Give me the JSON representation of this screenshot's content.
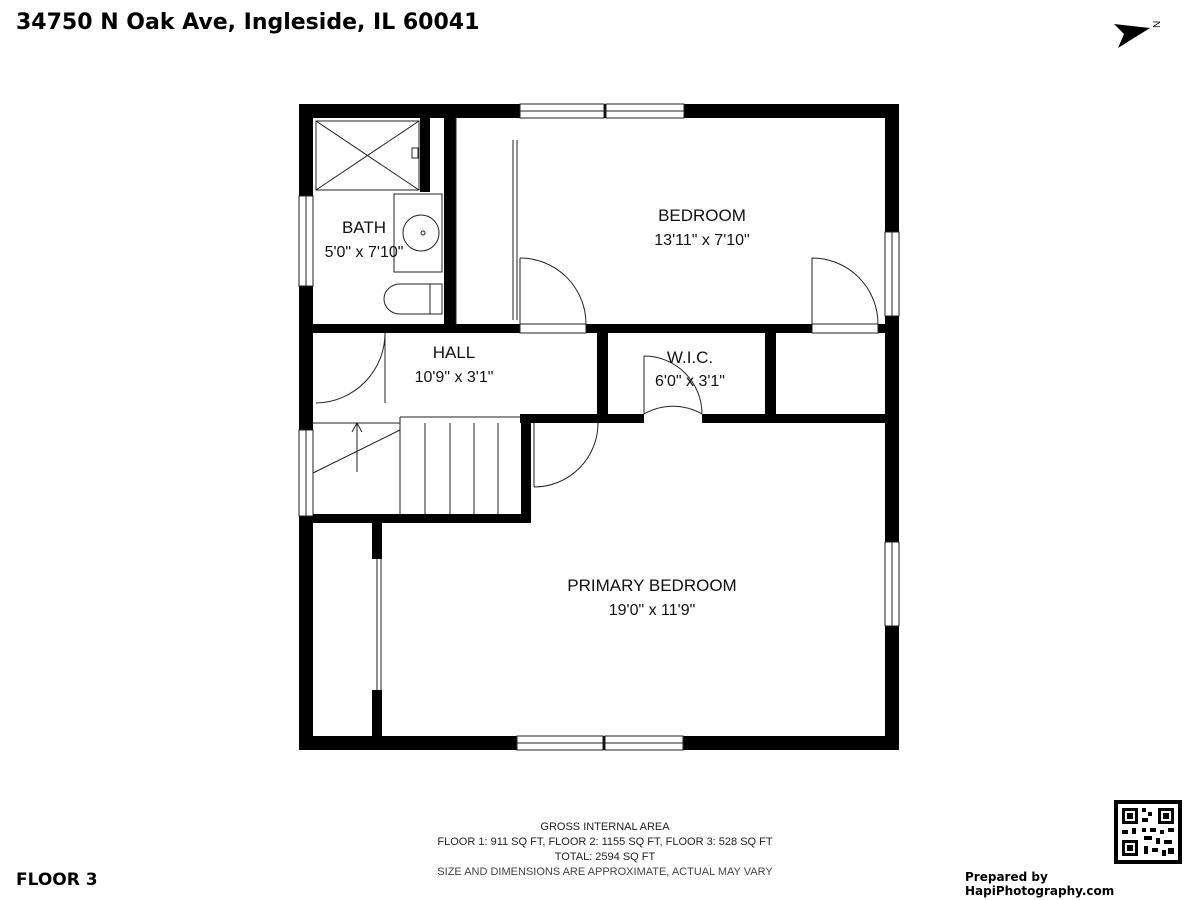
{
  "address": "34750 N Oak Ave, Ingleside, IL  60041",
  "floor": "FLOOR 3",
  "compass": {
    "letter": "N",
    "icon": "north-arrow-icon"
  },
  "rooms": {
    "bath": {
      "name": "BATH",
      "dims": "5'0\" x 7'10\""
    },
    "bedroom": {
      "name": "BEDROOM",
      "dims": "13'11\" x 7'10\""
    },
    "hall": {
      "name": "HALL",
      "dims": "10'9\" x 3'1\""
    },
    "wic": {
      "name": "W.I.C.",
      "dims": "6'0\" x 3'1\""
    },
    "primary": {
      "name": "PRIMARY BEDROOM",
      "dims": "19'0\" x 11'9\""
    }
  },
  "area": {
    "heading": "GROSS INTERNAL AREA",
    "floors": "FLOOR 1: 911 SQ FT,  FLOOR 2: 1155 SQ FT, FLOOR 3: 528 SQ FT",
    "total": "TOTAL: 2594 SQ FT",
    "disclaimer": "SIZE AND DIMENSIONS ARE APPROXIMATE, ACTUAL MAY VARY"
  },
  "credit": "Prepared by HapiPhotography.com",
  "qr_icon": "qr-code-icon",
  "colors": {
    "wall": "#000000",
    "background": "#ffffff",
    "line": "#222222"
  }
}
